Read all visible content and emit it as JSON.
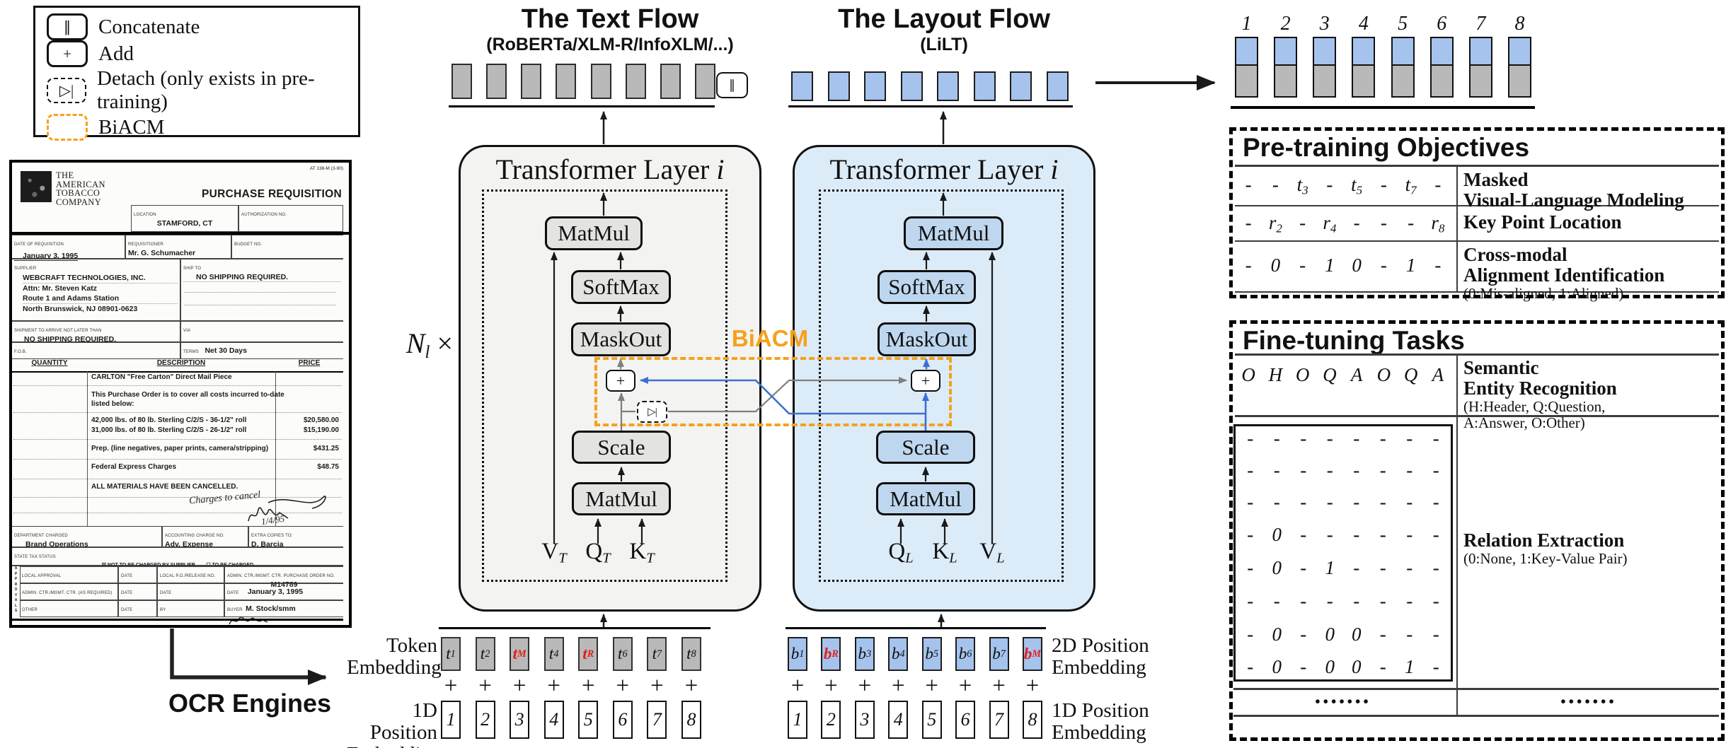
{
  "legend": {
    "items": [
      {
        "symbol": "∥",
        "label": "Concatenate"
      },
      {
        "symbol": "+",
        "label": "Add"
      },
      {
        "symbol": "▷|",
        "label": "Detach (only exists in pre-training)"
      },
      {
        "symbol": "",
        "label": "BiACM"
      }
    ]
  },
  "ocr_label": "OCR Engines",
  "concat_symbol": "∥",
  "nl_label": {
    "base": "N",
    "sub": "l",
    "times": " ×"
  },
  "biacm_label": "BiACM",
  "text_flow": {
    "title": "The Text Flow",
    "subtitle": "(RoBERTa/XLM-R/InfoXLM/...)",
    "layer_title": "Transformer Layer ",
    "layer_index": "i",
    "ops": {
      "matmul_top": "MatMul",
      "softmax": "SoftMax",
      "maskout": "MaskOut",
      "scale": "Scale",
      "matmul_bottom": "MatMul"
    },
    "plus": "+",
    "detach": "▷|",
    "inputs": [
      {
        "base": "V",
        "sub": "T"
      },
      {
        "base": "Q",
        "sub": "T"
      },
      {
        "base": "K",
        "sub": "T"
      }
    ]
  },
  "layout_flow": {
    "title": "The Layout Flow",
    "subtitle": "(LiLT)",
    "layer_title": "Transformer Layer ",
    "layer_index": "i",
    "ops": {
      "matmul_top": "MatMul",
      "softmax": "SoftMax",
      "maskout": "MaskOut",
      "scale": "Scale",
      "matmul_bottom": "MatMul"
    },
    "plus": "+",
    "inputs": [
      {
        "base": "Q",
        "sub": "L"
      },
      {
        "base": "K",
        "sub": "L"
      },
      {
        "base": "V",
        "sub": "L"
      }
    ]
  },
  "embeddings": {
    "token_label_1": "Token",
    "token_label_2": "Embedding",
    "pos1d_left_1": "1D Position",
    "pos1d_left_2": "Embedding",
    "pos2d_right_1": "2D Position",
    "pos2d_right_2": "Embedding",
    "pos1d_right_1": "1D Position",
    "pos1d_right_2": "Embedding",
    "text_tokens": [
      {
        "base": "t",
        "sub": "1"
      },
      {
        "base": "t",
        "sub": "2"
      },
      {
        "base": "t",
        "sub": "M",
        "red": true
      },
      {
        "base": "t",
        "sub": "4"
      },
      {
        "base": "t",
        "sub": "R",
        "red": true
      },
      {
        "base": "t",
        "sub": "6"
      },
      {
        "base": "t",
        "sub": "7"
      },
      {
        "base": "t",
        "sub": "8"
      }
    ],
    "layout_tokens": [
      {
        "base": "b",
        "sub": "1"
      },
      {
        "base": "b",
        "sub": "R",
        "red": true
      },
      {
        "base": "b",
        "sub": "3"
      },
      {
        "base": "b",
        "sub": "4"
      },
      {
        "base": "b",
        "sub": "5"
      },
      {
        "base": "b",
        "sub": "6"
      },
      {
        "base": "b",
        "sub": "7"
      },
      {
        "base": "b",
        "sub": "M",
        "red": true
      }
    ],
    "text_plus": [
      "+",
      "+",
      "+",
      "+",
      "+",
      "+",
      "+",
      "+"
    ],
    "layout_plus": [
      "+",
      "+",
      "+",
      "+",
      "+",
      "+",
      "+",
      "+"
    ],
    "text_positions": [
      "1",
      "2",
      "3",
      "4",
      "5",
      "6",
      "7",
      "8"
    ],
    "layout_positions": [
      "1",
      "2",
      "3",
      "4",
      "5",
      "6",
      "7",
      "8"
    ]
  },
  "output": {
    "indices": [
      "1",
      "2",
      "3",
      "4",
      "5",
      "6",
      "7",
      "8"
    ]
  },
  "pretraining": {
    "title": "Pre-training Objectives",
    "rows": [
      {
        "values": [
          "-",
          "-",
          {
            "base": "t",
            "sub": "3"
          },
          "-",
          {
            "base": "t",
            "sub": "5"
          },
          "-",
          {
            "base": "t",
            "sub": "7"
          },
          "-"
        ],
        "label1": "Masked",
        "label2": "Visual-Language Modeling",
        "note": ""
      },
      {
        "values": [
          "-",
          {
            "base": "r",
            "sub": "2"
          },
          "-",
          {
            "base": "r",
            "sub": "4"
          },
          "-",
          "-",
          "-",
          {
            "base": "r",
            "sub": "8"
          }
        ],
        "label1": "Key Point Location",
        "label2": "",
        "note": ""
      },
      {
        "values": [
          "-",
          "0",
          "-",
          "1",
          "0",
          "-",
          "1",
          "-"
        ],
        "label1": "Cross-modal",
        "label2": "Alignment Identification",
        "note": "(0:Mis-aligned, 1:Aligned)"
      }
    ]
  },
  "finetuning": {
    "title": "Fine-tuning Tasks",
    "ser_header": [
      "O",
      "H",
      "O",
      "Q",
      "A",
      "O",
      "Q",
      "A"
    ],
    "ser_label1": "Semantic",
    "ser_label2": "Entity Recognition",
    "ser_note1": "(H:Header, Q:Question,",
    "ser_note2": "A:Answer, O:Other)",
    "re_matrix": [
      [
        "-",
        "-",
        "-",
        "-",
        "-",
        "-",
        "-",
        "-"
      ],
      [
        "-",
        "-",
        "-",
        "-",
        "-",
        "-",
        "-",
        "-"
      ],
      [
        "-",
        "-",
        "-",
        "-",
        "-",
        "-",
        "-",
        "-"
      ],
      [
        "-",
        "0",
        "-",
        "-",
        "-",
        "-",
        "-",
        "-"
      ],
      [
        "-",
        "0",
        "-",
        "1",
        "-",
        "-",
        "-",
        "-"
      ],
      [
        "-",
        "-",
        "-",
        "-",
        "-",
        "-",
        "-",
        "-"
      ],
      [
        "-",
        "0",
        "-",
        "0",
        "0",
        "-",
        "-",
        "-"
      ],
      [
        "-",
        "0",
        "-",
        "0",
        "0",
        "-",
        "1",
        "-"
      ]
    ],
    "re_label": "Relation Extraction",
    "re_note": "(0:None, 1:Key-Value Pair)",
    "dots_left": "•••••••",
    "dots_right": "•••••••"
  },
  "document": {
    "form_code": "AT 138-M (3-90)",
    "company1": "THE",
    "company2": "AMERICAN",
    "company3": "TOBACCO",
    "company4": "COMPANY",
    "title": "PURCHASE REQUISITION",
    "location_label": "LOCATION",
    "location": "STAMFORD, CT",
    "auth_label": "AUTHORIZATION NO.",
    "date_label": "DATE OF REQUISITION",
    "date": "January 3, 1995",
    "req_label": "REQUISITIONER",
    "requisitioner": "Mr. G. Schumacher",
    "budget_label": "BUDGET NO.",
    "supplier_label": "SUPPLIER",
    "supplier1": "WEBCRAFT TECHNOLOGIES, INC.",
    "supplier2": "Attn: Mr. Steven Katz",
    "supplier3": "Route 1 and Adams Station",
    "supplier4": "North Brunswick, NJ 08901-0623",
    "shipto_label": "SHIP TO",
    "shipto": "NO SHIPPING REQUIRED.",
    "arrive_label": "SHIPMENT TO ARRIVE NOT LATER THAN",
    "arrive": "NO SHIPPING REQUIRED.",
    "via_label": "VIA",
    "fob_label": "F.O.B.",
    "terms_label": "TERMS",
    "terms": "Net 30 Days",
    "qty_header": "QUANTITY",
    "desc_header": "DESCRIPTION",
    "price_header": "PRICE",
    "line1": "CARLTON \"Free Carton\" Direct Mail Piece",
    "line2a": "This Purchase Order is to cover all costs incurred to-date",
    "line2b": "listed below:",
    "line3": "42,000 lbs. of 80 lb. Sterling C/2/S - 36-1/2\" roll",
    "price3": "$20,580.00",
    "line4": "31,000 lbs. of 80 lb. Sterling C/2/S - 26-1/2\" roll",
    "price4": "$15,190.00",
    "line5": "Prep. (line negatives, paper prints, camera/stripping)",
    "price5": "$431.25",
    "line6": "Federal Express Charges",
    "price6": "$48.75",
    "line7": "ALL MATERIALS HAVE BEEN CANCELLED.",
    "handwriting": "Charges to cancel",
    "handwriting_date": "1/4/95",
    "dept_label": "DEPARTMENT CHARGED",
    "dept": "Brand Operations",
    "acct_label": "ACCOUNTING CHARGE NO.",
    "acct": "Adv. Expense",
    "copies_label": "EXTRA COPIES TO:",
    "copies": "D. Barcia",
    "tax_label": "STATE TAX STATUS",
    "tax_opt1": "☒ NOT TO BE CHARGED BY SUPPLIER",
    "tax_opt2": "☐ TO BE CHARGED",
    "approvals_vertical": "APPROVALS",
    "local_label": "LOCAL APPROVAL",
    "date_small1": "DATE",
    "po_label": "LOCAL P.O./RELEASE NO.",
    "admin_po_label": "ADMIN. CTR./MGMT. CTR. PURCHASE ORDER NO.",
    "po_number": "M14789",
    "admin_label": "ADMIN. CTR./MGMT. CTR. (AS REQUIRED)",
    "date_small2": "DATE",
    "date_small3": "DATE",
    "date_small4": "DATE",
    "po_date": "January 3, 1995",
    "other_label": "OTHER",
    "date_small5": "DATE",
    "by_label": "BY",
    "buyer_label": "BUYER",
    "buyer": "M. Stock/smm"
  }
}
